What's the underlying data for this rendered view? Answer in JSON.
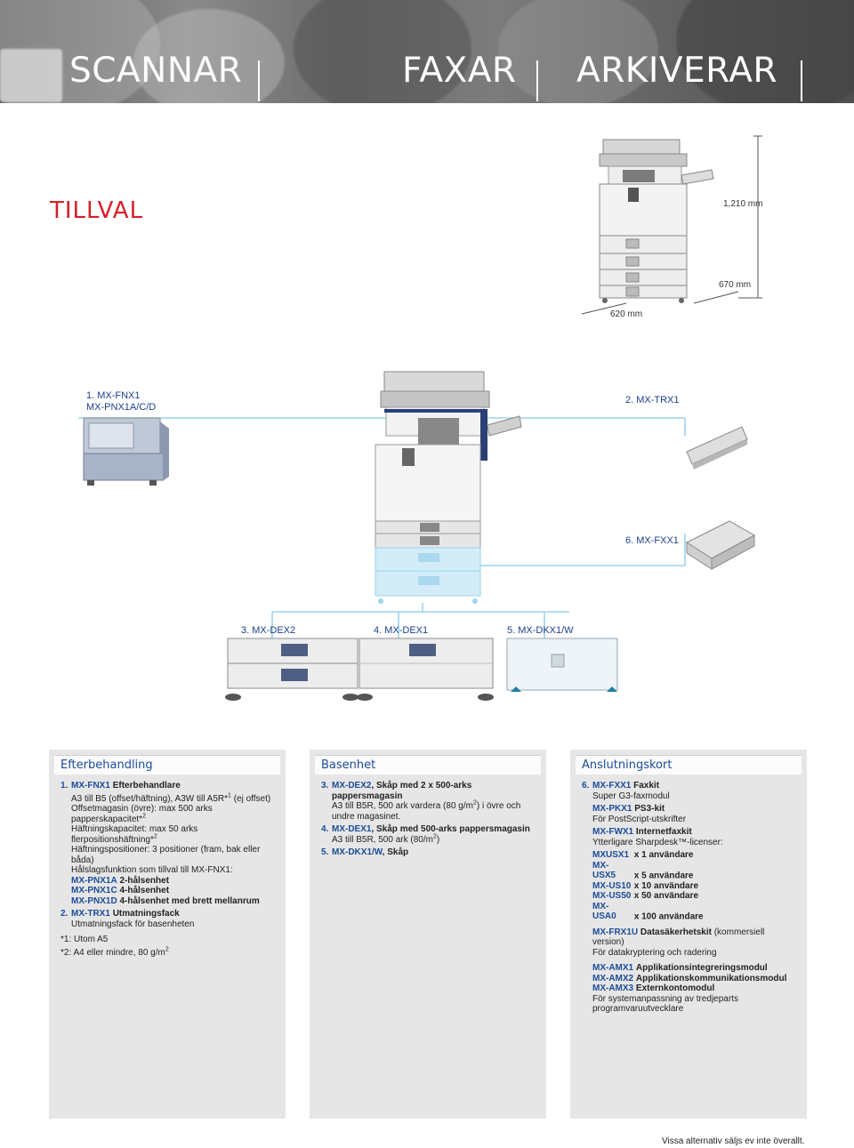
{
  "banner": {
    "words": [
      "SCANNAR",
      "FAXAR",
      "ARKIVERAR"
    ]
  },
  "title": "TILLVAL",
  "dimensions": {
    "height": "1,210 mm",
    "depth": "670 mm",
    "width": "620 mm"
  },
  "labels": {
    "fnx_1": "1. MX-FNX1",
    "fnx_2": "MX-PNX1A/C/D",
    "trx": "2. MX-TRX1",
    "fxx": "6. MX-FXX1",
    "dex2": "3. MX-DEX2",
    "dex1": "4. MX-DEX1",
    "dkx": "5. MX-DKX1/W"
  },
  "columns": {
    "c1": {
      "heading": "Efterbehandling",
      "i1_num": "1.",
      "i1_code": "MX-FNX1",
      "i1_title": "Efterbehandlare",
      "i1_l1a": "A3 till B5 (offset/häftning), A3W till A5R*",
      "i1_l1sup": "1",
      "i1_l1b": " (ej offset)",
      "i1_l2": "Offsetmagasin (övre): max 500 arks",
      "i1_l3a": "papperskapacitet*",
      "i1_l3sup": "2",
      "i1_l4": "Häftningskapacitet: max 50 arks",
      "i1_l5a": "flerpositionshäftning*",
      "i1_l5sup": "2",
      "i1_l6": "Häftningspositioner: 3 positioner (fram, bak eller",
      "i1_l7": "båda)",
      "i1_l8": "Hålslagsfunktion som tillval till MX-FNX1:",
      "i1_p1code": "MX-PNX1A",
      "i1_p1": "2-hålsenhet",
      "i1_p2code": "MX-PNX1C",
      "i1_p2": "4-hålsenhet",
      "i1_p3code": "MX-PNX1D",
      "i1_p3": "4-hålsenhet med brett mellanrum",
      "i2_num": "2.",
      "i2_code": "MX-TRX1",
      "i2_title": "Utmatningsfack",
      "i2_l1": "Utmatningsfack för basenheten",
      "fn1": "*1: Utom A5",
      "fn2a": "*2: A4 eller mindre, 80 g/m",
      "fn2sup": "2"
    },
    "c2": {
      "heading": "Basenhet",
      "i3_num": "3.",
      "i3_code": "MX-DEX2",
      "i3_title": ", Skåp med 2 x 500-arks pappersmagasin",
      "i3_l1a": "A3 till B5R, 500 ark vardera (80 g/m",
      "i3_l1sup": "2",
      "i3_l1b": ") i övre och",
      "i3_l2": "undre magasinet.",
      "i4_num": "4.",
      "i4_code": "MX-DEX1",
      "i4_title": ", Skåp med 500-arks pappersmagasin",
      "i4_l1a": "A3 till B5R, 500 ark (80/m",
      "i4_l1sup": "2",
      "i4_l1b": ")",
      "i5_num": "5.",
      "i5_code": "MX-DKX1/W",
      "i5_title": ", Skåp"
    },
    "c3": {
      "heading": "Anslutningskort",
      "i6_num": "6.",
      "i6_code": "MX-FXX1",
      "i6_title": "Faxkit",
      "i6_l1": "Super G3-faxmodul",
      "pkx_code": "MX-PKX1",
      "pkx_title": "PS3-kit",
      "pkx_l1": "För PostScript-utskrifter",
      "fwx_code": "MX-FWX1",
      "fwx_title": "Internetfaxkit",
      "fwx_l1": "Ytterligare Sharpdesk™-licenser:",
      "us1_code": "MXUSX1",
      "us1": "x 1 användare",
      "us2_code": "MX-USX5",
      "us2": "x 5 användare",
      "us3_code": "MX-US10",
      "us3": "x 10 användare",
      "us4_code": "MX-US50",
      "us4": "x 50 användare",
      "us5_code": "MX-USA0",
      "us5": "x 100 användare",
      "frx_code": "MX-FRX1U",
      "frx_title": "Datasäkerhetskit",
      "frx_note": " (kommersiell version)",
      "frx_l1": "För datakryptering och radering",
      "amx1_code": "MX-AMX1",
      "amx1": "Applikationsintegreringsmodul",
      "amx2_code": "MX-AMX2",
      "amx2": "Applikationskommunikationsmodul",
      "amx3_code": "MX-AMX3",
      "amx3": "Externkontomodul",
      "amx_l1": "För systemanpassning av tredjeparts",
      "amx_l2": "programvaruutvecklare"
    }
  },
  "footer": "Vissa alternativ säljs ev inte överallt."
}
